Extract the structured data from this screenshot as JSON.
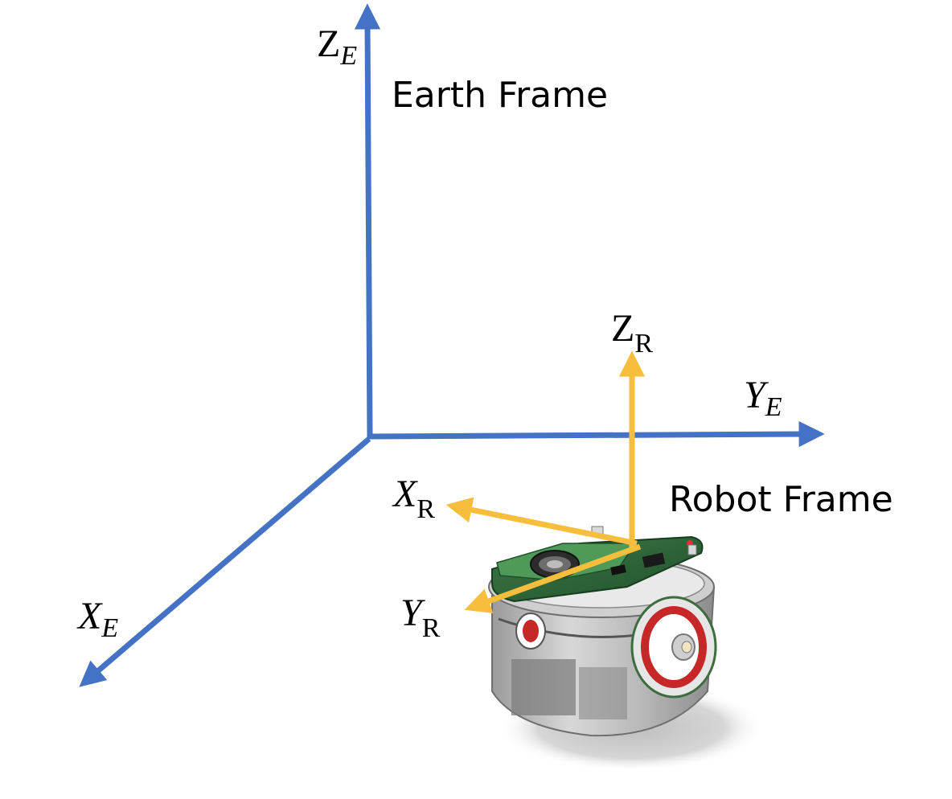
{
  "colors": {
    "earth_axis": "#4472C4",
    "robot_axis": "#F6BE3C",
    "text": "#000000"
  },
  "earth_frame": {
    "title": "Earth Frame",
    "axes": {
      "z": {
        "main": "Z",
        "sub": "E"
      },
      "y": {
        "main": "Y",
        "sub": "E"
      },
      "x": {
        "main": "X",
        "sub": "E"
      }
    }
  },
  "robot_frame": {
    "title": "Robot Frame",
    "axes": {
      "z": {
        "main": "Z",
        "sub": "R"
      },
      "x": {
        "main": "X",
        "sub": "R"
      },
      "y": {
        "main": "Y",
        "sub": "R"
      }
    }
  },
  "robot_image": {
    "icon": "e-puck-robot-icon"
  }
}
